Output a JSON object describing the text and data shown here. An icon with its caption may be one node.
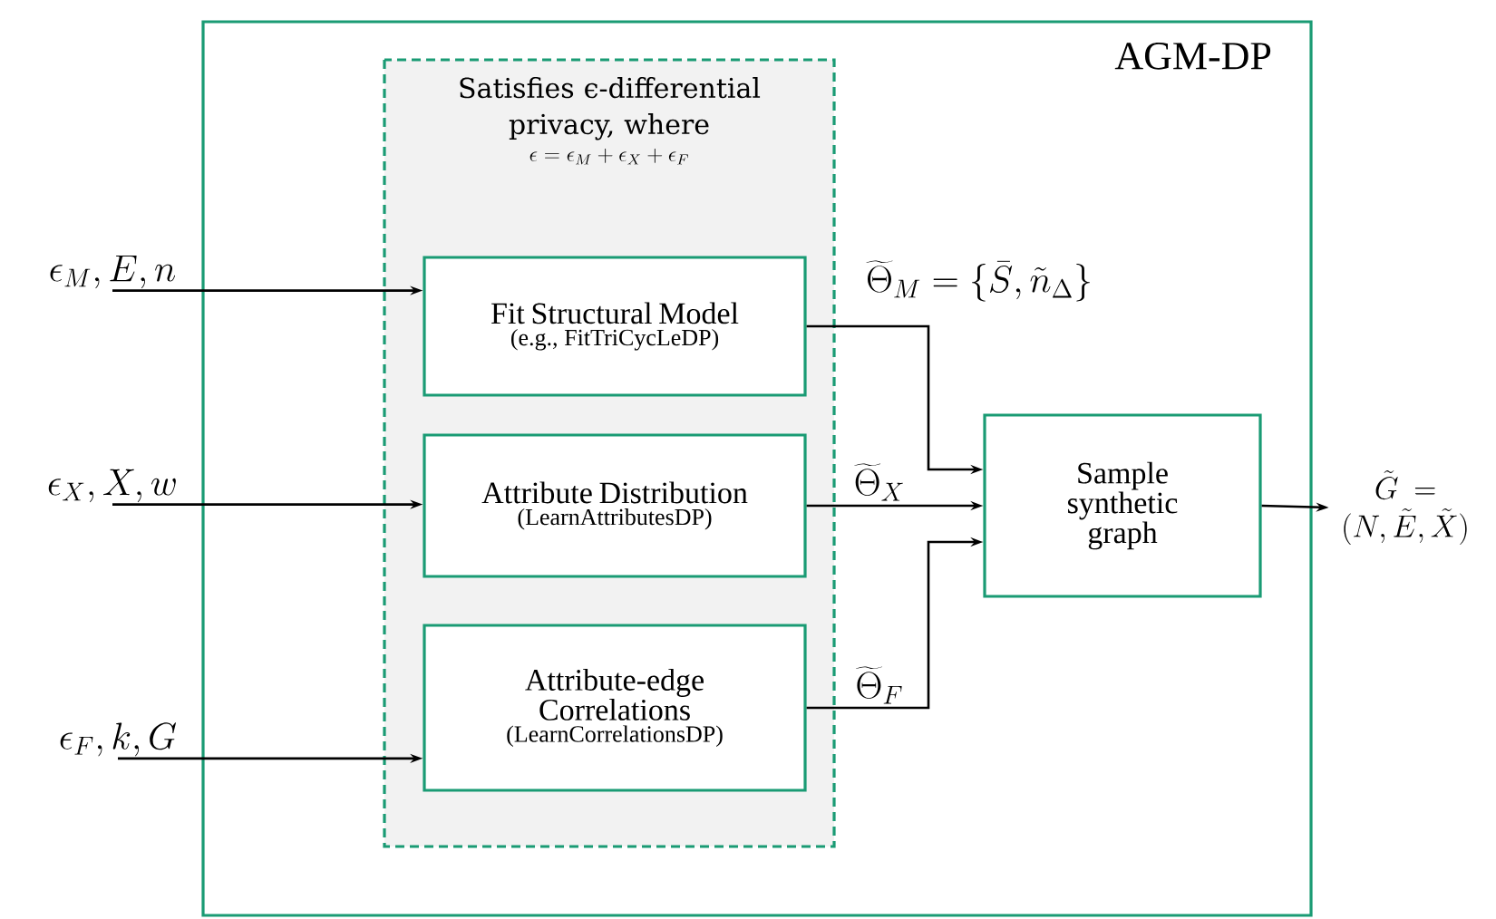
{
  "diagram": {
    "nodes": [
      {
        "text": [
          "AGM-DP"
        ]
      },
      {
        "text": [
          "Satisfies ϵ-differential privacy, where",
          "\\epsilon = \\epsilon_M + \\epsilon_X + \\epsilon_F"
        ],
        "in": 0
      },
      {
        "text": [
          "Fit Structural Model",
          "(e.g., FitTriCycLeDP)"
        ],
        "in": 1
      },
      {
        "text": [
          "Attribute Distribution",
          "(LearnAttributesDP)"
        ],
        "in": 1
      },
      {
        "text": [
          "Attribute-edge Correlations",
          "(LearnCorrelationsDP)"
        ],
        "in": 1
      },
      {
        "text": [
          "Sample synthetic graph"
        ],
        "in": 0
      },
      {
        "text": [
          "\\epsilon_M, E, n"
        ]
      },
      {
        "text": [
          "\\epsilon_X, X, w"
        ]
      },
      {
        "text": [
          "\\epsilon_F, k, G"
        ]
      },
      {
        "text": [
          "\\tilde{G} = (N, \\tilde{E}, \\tilde{X})"
        ]
      }
    ],
    "edges": [
      {
        "from": 6,
        "to": 2,
        "arrow": "to"
      },
      {
        "from": 7,
        "to": 3,
        "arrow": "to"
      },
      {
        "from": 8,
        "to": 4,
        "arrow": "to"
      },
      {
        "from": 2,
        "to": 5,
        "arrow": "to",
        "label": "\\widetilde{\\Theta}_M = \\{\\bar{S}, \\tilde{n}_\\Delta\\}"
      },
      {
        "from": 3,
        "to": 5,
        "arrow": "to",
        "label": "\\widetilde{\\Theta}_X"
      },
      {
        "from": 4,
        "to": 5,
        "arrow": "to",
        "label": "\\widetilde{\\Theta}_F"
      },
      {
        "from": 5,
        "to": 9,
        "arrow": "to"
      }
    ]
  }
}
